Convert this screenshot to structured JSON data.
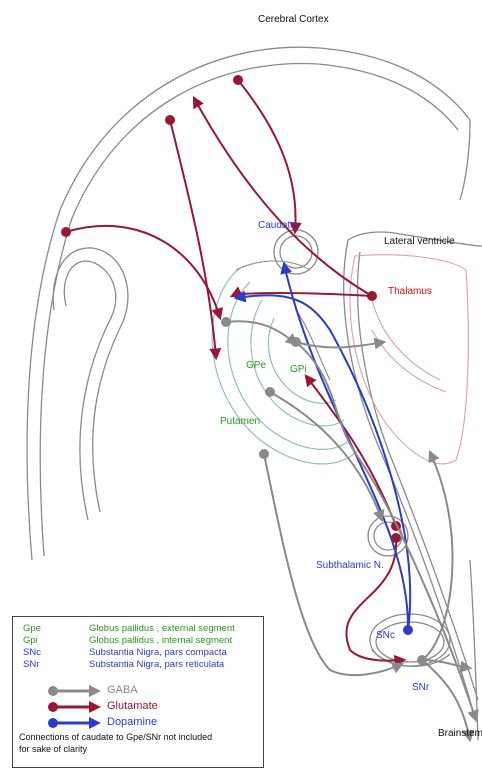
{
  "labels": {
    "cortex": "Cerebral Cortex",
    "caudate": "Caudate",
    "lateral_ventricle": "Lateral ventricle",
    "thalamus": "Thalamus",
    "gpe": "GPe",
    "gpi": "GPi",
    "putamen": "Putamen",
    "subthalamic": "Subthalamic N.",
    "snc": "SNc",
    "snr": "SNr",
    "brainstem": "Brainstem"
  },
  "legend": {
    "abbreviations": [
      {
        "abbr": "Gpe",
        "desc": "Globus pallidus , external segment",
        "color": "#2a9a1a"
      },
      {
        "abbr": "Gpi",
        "desc": "Globus pallidus , internal segment",
        "color": "#2a9a1a"
      },
      {
        "abbr": "SNc",
        "desc": "Substantia Nigra, pars   compacta",
        "color": "#2b3bd0"
      },
      {
        "abbr": "SNr",
        "desc": "Substantia Nigra, pars   reticulata",
        "color": "#2b3bd0"
      }
    ],
    "keys": [
      {
        "label": "GABA",
        "color": "#8a8a8a"
      },
      {
        "label": "Glutamate",
        "color": "#9b1535"
      },
      {
        "label": "Dopamine",
        "color": "#2b3bd0"
      }
    ],
    "note_line1": "Connections of caudate to   Gpe/SNr  not included",
    "note_line2": "for sake of clarity"
  },
  "colors": {
    "gaba": "#8a8a8a",
    "glutamate": "#9b1535",
    "dopamine": "#2b3bd0",
    "outline": "#8a8a8a",
    "striatum_outline": "#8fc4b0",
    "thalamus_outline": "#e0a0a8"
  }
}
